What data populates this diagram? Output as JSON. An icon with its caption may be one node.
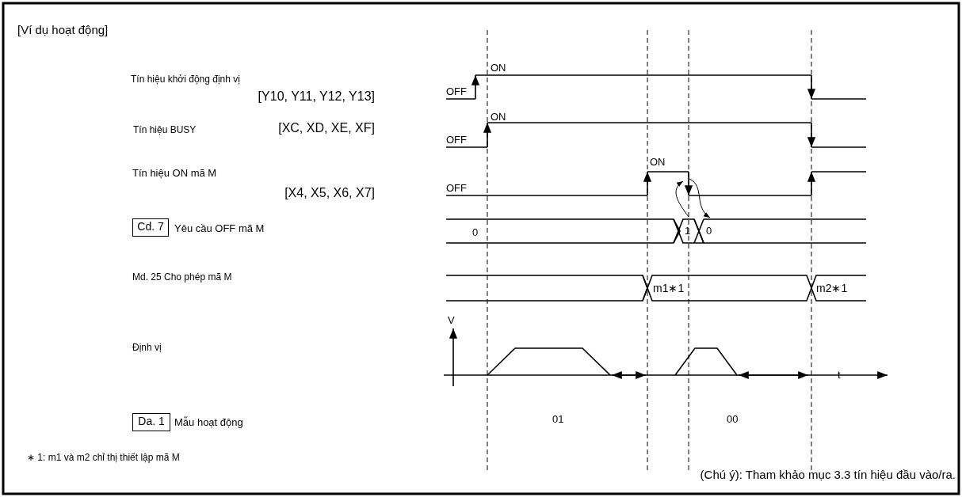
{
  "diagram": {
    "title": "[Ví dụ hoạt động]",
    "nodes": [
      {
        "text": [
          "Cd. 7"
        ]
      },
      {
        "text": [
          "Da. 1"
        ]
      }
    ],
    "labels": [
      "Tín hiệu khởi động định vị",
      "[Y10, Y11, Y12, Y13]",
      "ON",
      "OFF",
      "Tín hiệu BUSY",
      "[XC, XD, XE, XF]",
      "ON",
      "OFF",
      "Tín hiệu ON mã M",
      "ON",
      "[X4, X5, X6, X7]",
      "OFF",
      "Yêu cầu OFF mã M",
      "0",
      "1",
      "0",
      "Md. 25 Cho phép mã M",
      "m1∗1",
      "m2∗1",
      "V",
      "Định vị",
      "t",
      "Mẫu hoạt động",
      "01",
      "00",
      "∗ 1: m1 và m2 chỉ thị thiết lập mã M",
      "(Chú ý): Tham khảo mục 3.3 tín hiệu đầu vào/ra."
    ]
  }
}
